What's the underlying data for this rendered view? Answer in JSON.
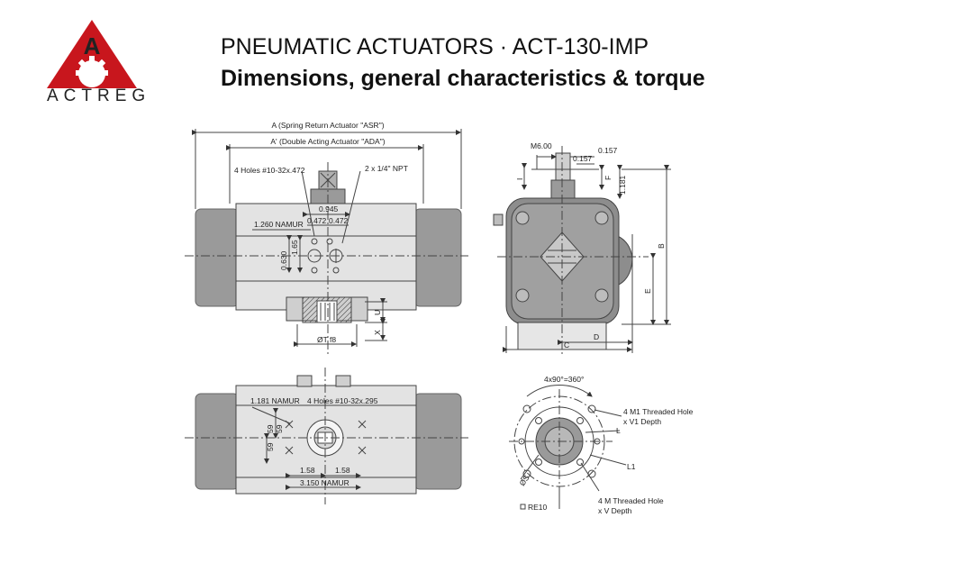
{
  "header": {
    "title_line1": "PNEUMATIC ACTUATORS · ACT-130-IMP",
    "title_line2": "Dimensions, general characteristics & torque"
  },
  "logo": {
    "letter": "A",
    "wordmark": "ACTREG",
    "color": "#c8161d"
  },
  "front_view": {
    "dim_a": "A (Spring Return Actuator \"ASR\")",
    "dim_a_prime": "A' (Double Acting Actuator \"ADA\")",
    "holes_top": "4 Holes #10-32x.472",
    "npt": "2 x 1/4\" NPT",
    "d_0945": "0.945",
    "d_0472a": "0.472",
    "d_0472b": "0.472",
    "namur_1260": "1.260 NAMUR",
    "d_0630": "0.630",
    "d_165": "1.65",
    "shaft_diam": "ØT f8",
    "label_u": "U",
    "label_x": "X"
  },
  "side_view": {
    "m600": "M6.00",
    "d_0157a": "0.157",
    "d_0157b": "0.157",
    "d_1181": "1.181",
    "label_f": "F",
    "label_i": "I",
    "label_b": "B",
    "label_e": "E",
    "label_d": "D",
    "label_c": "C"
  },
  "bottom_view": {
    "namur_1181": "1.181 NAMUR",
    "holes_bottom": "4 Holes #10-32x.295",
    "d_59a": "59",
    "d_59b": "59",
    "d_59c": "59",
    "d_158a": "1.58",
    "d_158b": "1.58",
    "namur_3150": "3.150 NAMUR"
  },
  "flange_view": {
    "angle": "4x90°=360°",
    "m1_hole": "4 M1 Threaded Hole",
    "v1_depth": "x V1 Depth",
    "label_l": "L",
    "label_l1": "L1",
    "label_diam": "ØS",
    "m_hole": "4 M Threaded Hole",
    "v_depth": "x V Depth",
    "re10": "RE10"
  }
}
